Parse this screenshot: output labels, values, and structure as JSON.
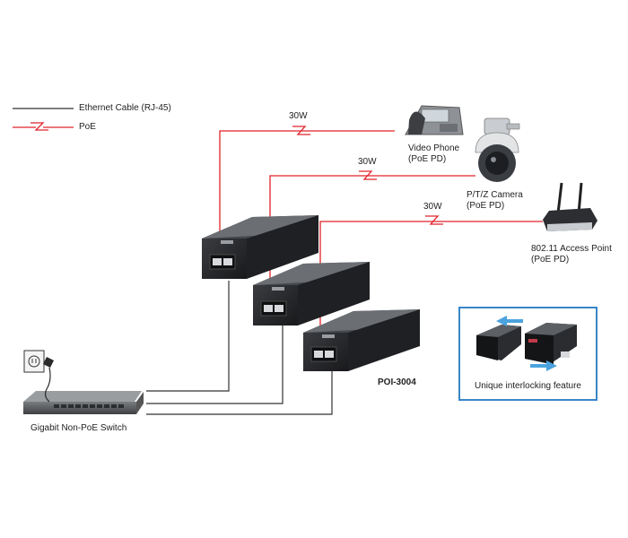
{
  "legend": {
    "ethernet_label": "Ethernet Cable (RJ-45)",
    "poe_label": "PoE"
  },
  "power_labels": [
    "30W",
    "30W",
    "30W"
  ],
  "devices": {
    "video_phone": {
      "name": "Video Phone",
      "type": "(PoE PD)"
    },
    "camera": {
      "name": "P/T/Z Camera",
      "type": "(PoE PD)"
    },
    "access_point": {
      "name": "802.11 Access Point",
      "type": "(PoE PD)"
    },
    "switch": {
      "name": "Gigabit Non-PoE Switch"
    }
  },
  "injector_model": "POI-3004",
  "feature_caption": "Unique interlocking feature",
  "colors": {
    "poe_line": "#e0232a",
    "ethernet_line": "#333333",
    "frame": "#3a86c8",
    "arrow": "#4aa3df"
  }
}
